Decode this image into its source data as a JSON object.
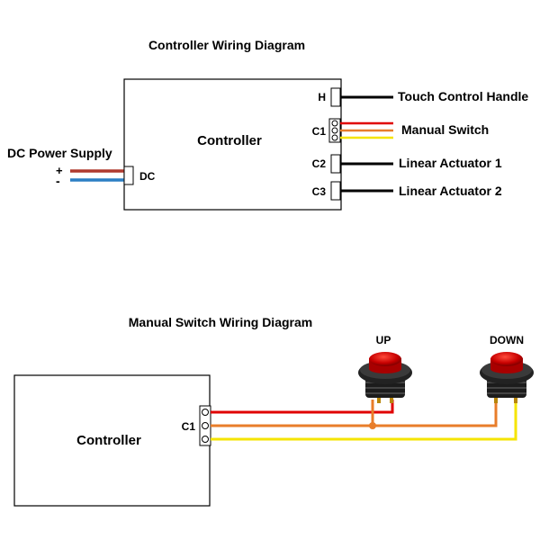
{
  "top": {
    "title": "Controller Wiring Diagram",
    "controller_label": "Controller",
    "power": {
      "label": "DC Power Supply",
      "plus": "+",
      "minus": "-",
      "port": "DC"
    },
    "ports": [
      {
        "port": "H",
        "label": "Touch Control Handle"
      },
      {
        "port": "C1",
        "label": "Manual Switch"
      },
      {
        "port": "C2",
        "label": "Linear Actuator 1"
      },
      {
        "port": "C3",
        "label": "Linear Actuator 2"
      }
    ]
  },
  "bottom": {
    "title": "Manual Switch Wiring Diagram",
    "controller_label": "Controller",
    "port": "C1",
    "buttons": [
      {
        "label": "UP"
      },
      {
        "label": "DOWN"
      }
    ]
  },
  "colors": {
    "red_wire": "#e00000",
    "orange_wire": "#e87d2a",
    "yellow_wire": "#f5e400",
    "brown_wire": "#b03a2e",
    "blue_wire": "#2c7fc4",
    "button_red": "#d40000"
  }
}
